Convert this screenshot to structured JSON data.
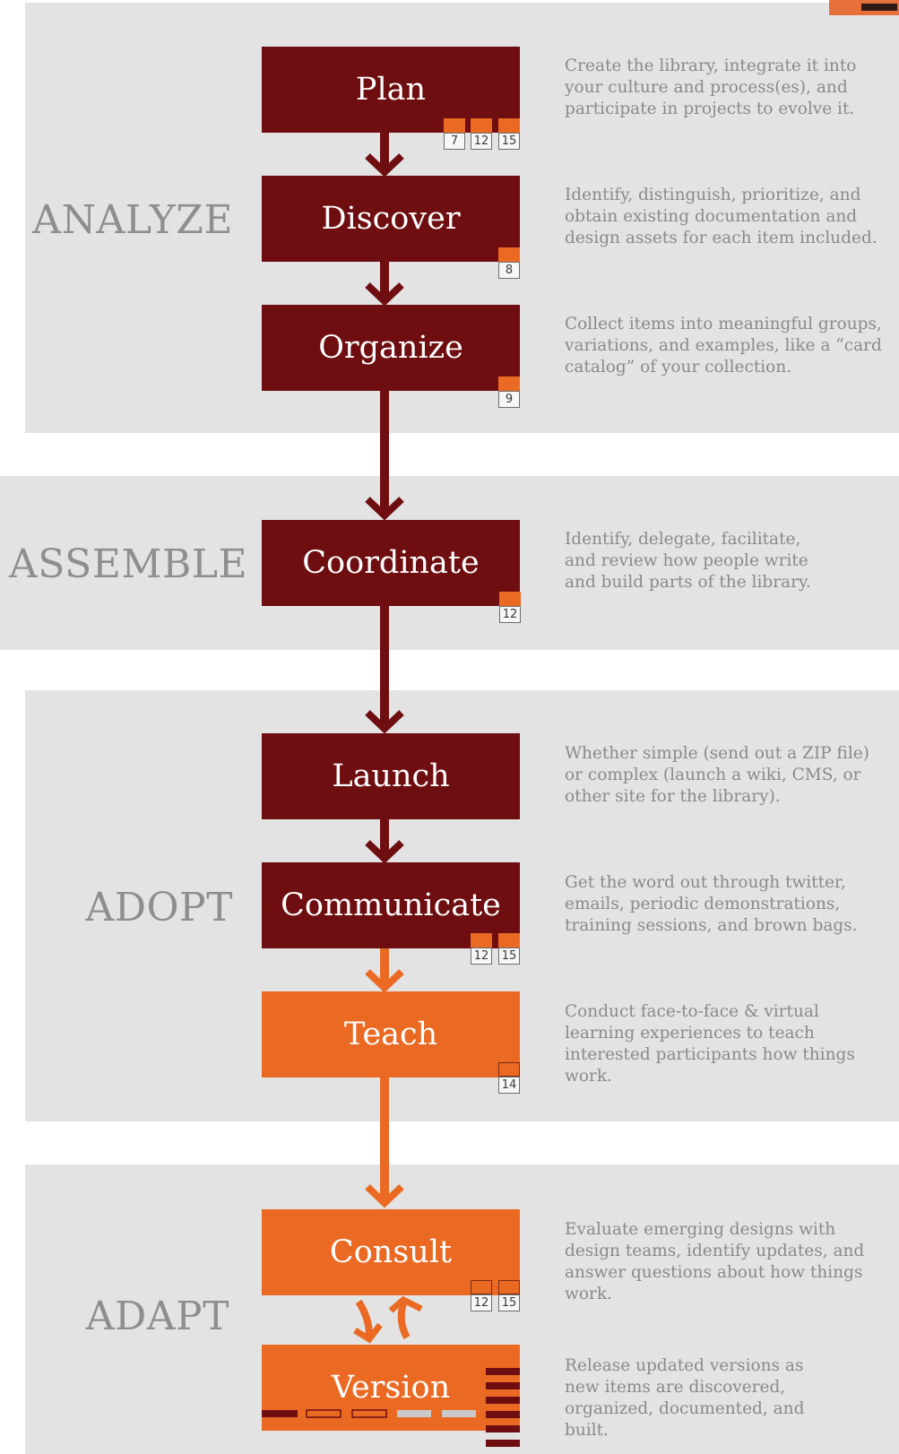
{
  "phases": {
    "analyze": "ANALYZE",
    "assemble": "ASSEMBLE",
    "adopt": "ADOPT",
    "adapt": "ADAPT"
  },
  "steps": [
    {
      "label": "Plan",
      "desc": "Create the library, integrate it into your culture and process(es), and participate in projects to evolve it.",
      "refs": [
        "7",
        "12",
        "15"
      ]
    },
    {
      "label": "Discover",
      "desc": "Identify, distinguish, prioritize, and obtain existing documentation and design assets for each item included.",
      "refs": [
        "8"
      ]
    },
    {
      "label": "Organize",
      "desc": "Collect items into meaningful groups, variations, and examples, like a “card catalog” of your collection.",
      "refs": [
        "9"
      ]
    },
    {
      "label": "Coordinate",
      "desc": "Identify, delegate, facilitate, and review how people write and build parts of the library.",
      "refs": [
        "12"
      ]
    },
    {
      "label": "Launch",
      "desc": "Whether simple (send out a ZIP file) or complex (launch a wiki, CMS, or other site for the library).",
      "refs": []
    },
    {
      "label": "Communicate",
      "desc": "Get the word out through twitter, emails, periodic demonstrations, training sessions, and brown bags.",
      "refs": [
        "12",
        "15"
      ]
    },
    {
      "label": "Teach",
      "desc": "Conduct face-to-face & virtual learning experiences to teach interested participants how things work.",
      "refs": [
        "14"
      ]
    },
    {
      "label": "Consult",
      "desc": "Evaluate emerging designs with design teams, identify updates, and answer questions about how things work.",
      "refs": [
        "12",
        "15"
      ]
    },
    {
      "label": "Version",
      "desc": "Release updated versions as new items are discovered, organized, documented, and built.",
      "refs": []
    }
  ],
  "colors": {
    "dark": "#6e0e11",
    "orange": "#ea6a24",
    "band": "#e3e3e4",
    "phase_text": "#8e8e90",
    "desc_text": "#8a8a8c"
  }
}
